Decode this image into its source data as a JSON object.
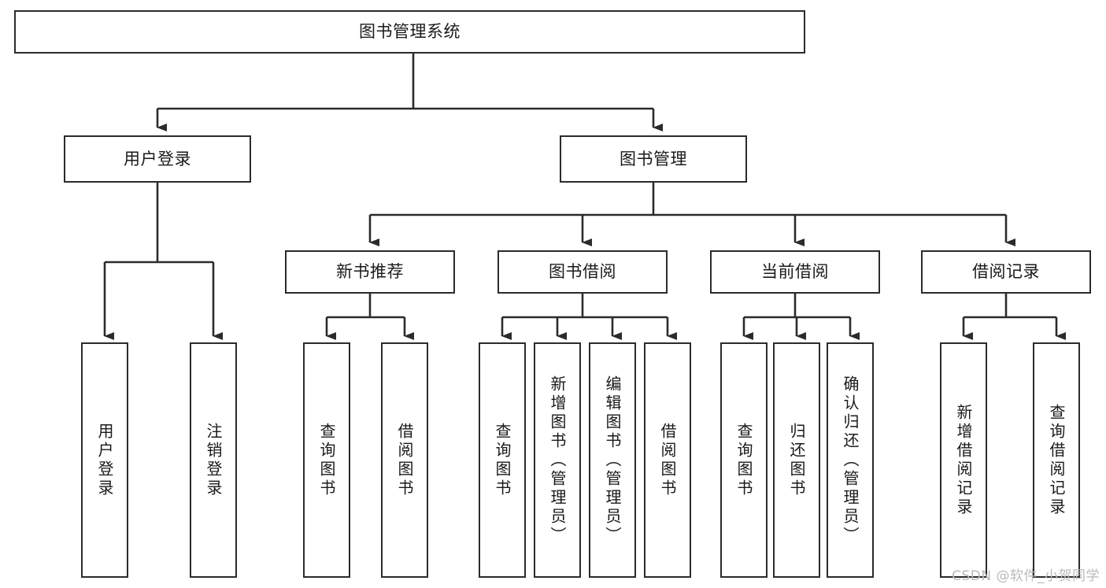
{
  "diagram": {
    "title": "图书管理系统",
    "type": "tree-hierarchy",
    "root": {
      "id": "root",
      "label": "图书管理系统"
    },
    "level2": [
      {
        "id": "login",
        "label": "用户登录"
      },
      {
        "id": "bookmgmt",
        "label": "图书管理"
      }
    ],
    "level3": [
      {
        "id": "recommend",
        "label": "新书推荐",
        "parent": "bookmgmt"
      },
      {
        "id": "borrow",
        "label": "图书借阅",
        "parent": "bookmgmt"
      },
      {
        "id": "current",
        "label": "当前借阅",
        "parent": "bookmgmt"
      },
      {
        "id": "records",
        "label": "借阅记录",
        "parent": "bookmgmt"
      }
    ],
    "leaves": [
      {
        "id": "leaf-login-1",
        "label": "用户登录",
        "parent": "login"
      },
      {
        "id": "leaf-login-2",
        "label": "注销登录",
        "parent": "login"
      },
      {
        "id": "leaf-rec-1",
        "label": "查询图书",
        "parent": "recommend"
      },
      {
        "id": "leaf-rec-2",
        "label": "借阅图书",
        "parent": "recommend"
      },
      {
        "id": "leaf-borrow-1",
        "label": "查询图书",
        "parent": "borrow"
      },
      {
        "id": "leaf-borrow-2",
        "label": "新增图书（管理员）",
        "parent": "borrow"
      },
      {
        "id": "leaf-borrow-3",
        "label": "编辑图书（管理员）",
        "parent": "borrow"
      },
      {
        "id": "leaf-borrow-4",
        "label": "借阅图书",
        "parent": "borrow"
      },
      {
        "id": "leaf-current-1",
        "label": "查询图书",
        "parent": "current"
      },
      {
        "id": "leaf-current-2",
        "label": "归还图书",
        "parent": "current"
      },
      {
        "id": "leaf-current-3",
        "label": "确认归还（管理员）",
        "parent": "current"
      },
      {
        "id": "leaf-records-1",
        "label": "新增借阅记录",
        "parent": "records"
      },
      {
        "id": "leaf-records-2",
        "label": "查询借阅记录",
        "parent": "records"
      }
    ],
    "colors": {
      "stroke": "#2b2b2b",
      "fill": "#ffffff",
      "text": "#1a1a1a",
      "watermark": "#b9b9b9"
    }
  },
  "watermark": {
    "text": "CSDN @软件_小贺同学"
  }
}
